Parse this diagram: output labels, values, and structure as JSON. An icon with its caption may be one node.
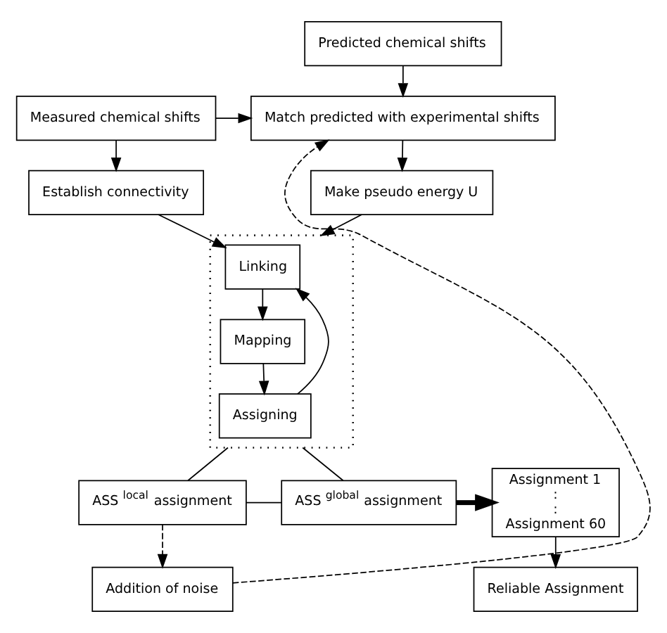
{
  "diagram": {
    "nodes": [
      {
        "text": [
          "Predicted chemical shifts"
        ]
      },
      {
        "text": [
          "Match predicted with experimental shifts"
        ]
      },
      {
        "text": [
          "Measured chemical shifts"
        ]
      },
      {
        "text": [
          "Make pseudo energy U"
        ]
      },
      {
        "text": [
          "Establish connectivity"
        ]
      },
      {
        "text": [],
        "shape": "box"
      },
      {
        "text": [
          "Linking"
        ],
        "in": 5
      },
      {
        "text": [
          "Mapping"
        ],
        "in": 5
      },
      {
        "text": [
          "Assigning"
        ],
        "in": 5
      },
      {
        "text": [
          "ASS $^{local}$ assignment"
        ]
      },
      {
        "text": [
          "ASS $^{global}$ assignment"
        ]
      },
      {
        "text": [
          "Assignment 1",
          ":",
          ":",
          "Assignment 60"
        ]
      },
      {
        "text": [
          "Reliable Assignment"
        ]
      },
      {
        "text": [
          "Addition of noise"
        ]
      }
    ],
    "edges": [
      {
        "from": 0,
        "to": 1,
        "arrow": "to"
      },
      {
        "from": 2,
        "to": 1,
        "arrow": "to"
      },
      {
        "from": 1,
        "to": 3,
        "arrow": "to"
      },
      {
        "from": 2,
        "to": 4,
        "arrow": "to"
      },
      {
        "from": 3,
        "to": 5,
        "arrow": "to"
      },
      {
        "from": 4,
        "to": 6,
        "arrow": "to"
      },
      {
        "from": 6,
        "to": 7,
        "arrow": "to"
      },
      {
        "from": 7,
        "to": 8,
        "arrow": "to"
      },
      {
        "from": 8,
        "to": 6,
        "arrow": "to"
      },
      {
        "from": 5,
        "to": 9,
        "arrow": "none"
      },
      {
        "from": 5,
        "to": 10,
        "arrow": "none"
      },
      {
        "from": 9,
        "to": 10,
        "arrow": "none"
      },
      {
        "from": 10,
        "to": 11,
        "arrow": "to",
        "style": "thick"
      },
      {
        "from": 11,
        "to": 12,
        "arrow": "to"
      },
      {
        "from": 9,
        "to": 13,
        "arrow": "to",
        "style": "dashed"
      },
      {
        "from": 13,
        "to": 1,
        "arrow": "to",
        "style": "dashed"
      }
    ]
  }
}
